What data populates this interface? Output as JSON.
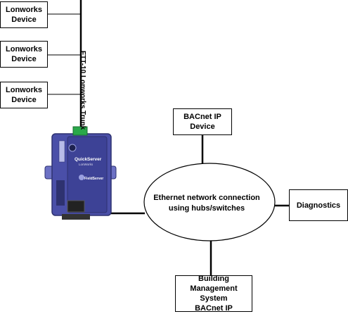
{
  "lonworks_devices": [
    {
      "label": "Lonworks\nDevice"
    },
    {
      "label": "Lonworks\nDevice"
    },
    {
      "label": "Lonworks\nDevice"
    }
  ],
  "trunk_label": "FTT-10 Lonworks Trunk",
  "bacnet_device": {
    "label": "BACnet IP\nDevice"
  },
  "network": {
    "label": "Ethernet network connection\nusing hubs/switches"
  },
  "diagnostics": {
    "label": "Diagnostics"
  },
  "bms": {
    "label": "Building\nManagement System\nBACnet IP"
  },
  "gateway": {
    "product_name": "QuickServer",
    "product_sub": "LonWorks",
    "brand": "FieldServer"
  },
  "colors": {
    "device_body": "#4a4fa8",
    "device_dark": "#2e3270",
    "connector_green": "#2aa84a"
  }
}
